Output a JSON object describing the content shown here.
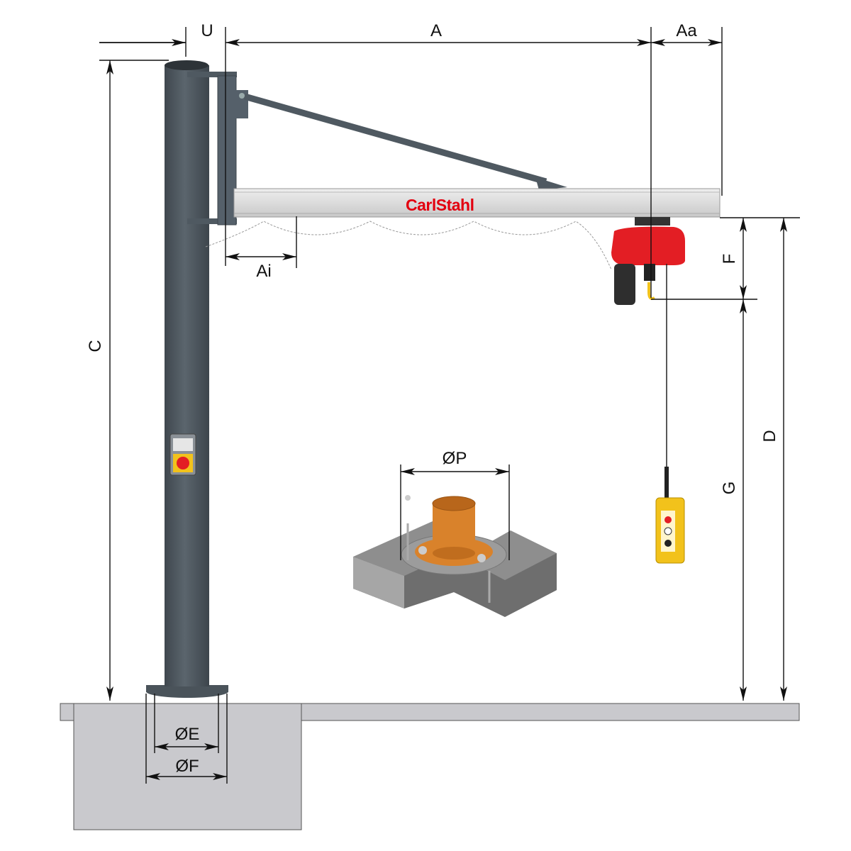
{
  "brand": {
    "name": "CarlStahl",
    "color": "#e3000f"
  },
  "dimensions": {
    "U": "U",
    "A": "A",
    "Aa": "Aa",
    "C": "C",
    "Ai": "Ai",
    "F": "F",
    "D": "D",
    "G": "G",
    "P": "ØP",
    "E": "ØE",
    "Fdia": "ØF"
  },
  "colors": {
    "column": "#4f5961",
    "beam": "#d9d9d9",
    "hoist": "#e31e24",
    "pendant": "#f2c21b",
    "foundation_sleeve": "#d9822b",
    "ground": "#c9c9cd"
  }
}
